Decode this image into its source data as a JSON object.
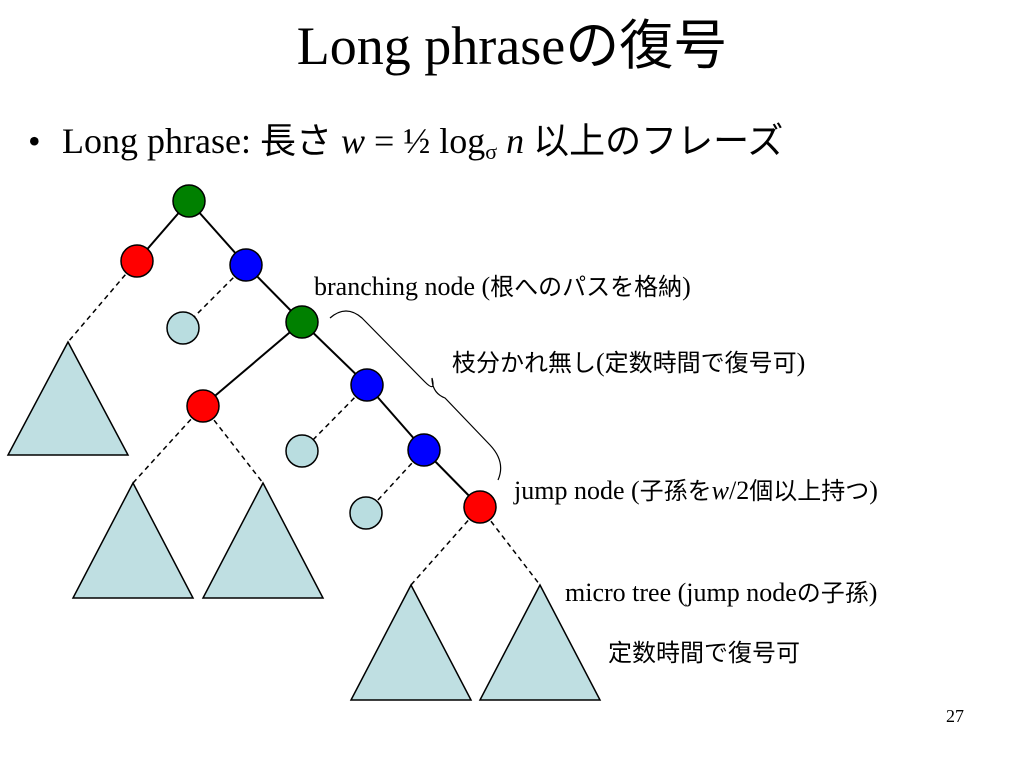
{
  "slide": {
    "title_latin": "Long phrase",
    "title_jp": "の復号",
    "page_number": "27"
  },
  "bullet": {
    "marker": "•",
    "lead": "Long phrase: ",
    "jp_length": "長さ",
    "w": "w",
    "equals": " = ½ log",
    "sigma": "σ",
    "n": "n",
    "jp_tail": "以上のフレーズ"
  },
  "labels": {
    "branching": {
      "prefix": "branching node (",
      "jp": "根へのパスを格納",
      "suffix": ")"
    },
    "no_branch": {
      "jp": "枝分かれ無し",
      "paren_open": "(",
      "jp2": "定数時間で復号可",
      "paren_close": ")"
    },
    "jump": {
      "prefix": "jump node (",
      "jp": "子孫を",
      "w": "w",
      "slash2": "/2",
      "jp2": "個以上持つ",
      "suffix": ")"
    },
    "micro": {
      "prefix": "micro tree (jump node",
      "jp": "の子孫",
      "suffix": ")"
    },
    "micro_note": "定数時間で復号可"
  },
  "colors": {
    "green": "#008000",
    "red": "#ff0000",
    "blue": "#0000ff",
    "light": "#b9dde0",
    "subtree": "#bfdfe2"
  }
}
